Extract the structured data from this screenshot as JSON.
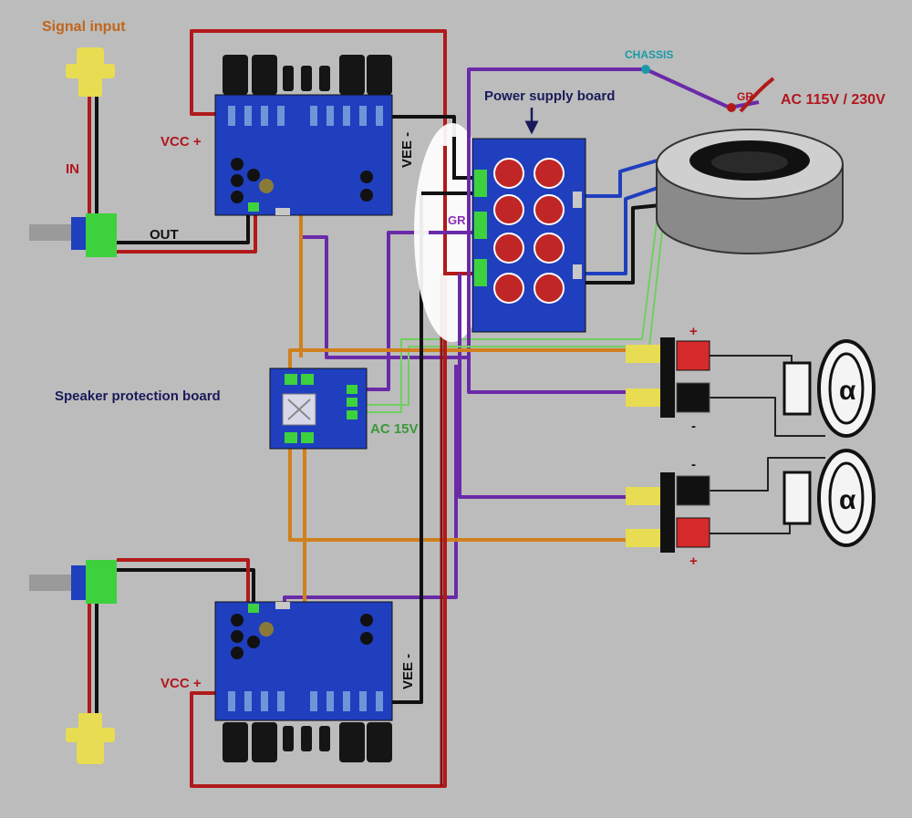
{
  "labels": {
    "signal_input": "Signal input",
    "in": "IN",
    "out": "OUT",
    "vcc_top": "VCC +",
    "vcc_bottom": "VCC +",
    "vee_top": "VEE -",
    "vee_bottom": "VEE -",
    "power_supply_board": "Power supply board",
    "chassis": "CHASSIS",
    "gr_mains": "GR",
    "gr_board": "GR",
    "ac_mains": "AC 115V / 230V",
    "speaker_protection_board": "Speaker protection board",
    "ac_15v": "AC 15V",
    "spk1_plus": "+",
    "spk1_minus": "-",
    "spk2_minus": "-",
    "spk2_plus": "+"
  },
  "colors": {
    "background": "#bcbcbc",
    "board_blue": "#1f3fbf",
    "wire_red": "#b11a1a",
    "wire_dark_red": "#8a1212",
    "wire_black": "#111111",
    "wire_purple": "#6a2aa8",
    "wire_orange": "#d0801c",
    "wire_green": "#6fcf5f",
    "label_navy": "#1a1a5a",
    "label_red": "#b3161d",
    "label_orange": "#c0661a",
    "label_teal": "#1a9aa8",
    "label_purple": "#8c2fb0",
    "label_green": "#3a9a3a"
  },
  "icons": [
    "rca-jack-icon",
    "potentiometer-icon",
    "toroidal-transformer-icon",
    "speaker-icon",
    "binding-post-icon",
    "capacitor-icon",
    "relay-icon"
  ]
}
